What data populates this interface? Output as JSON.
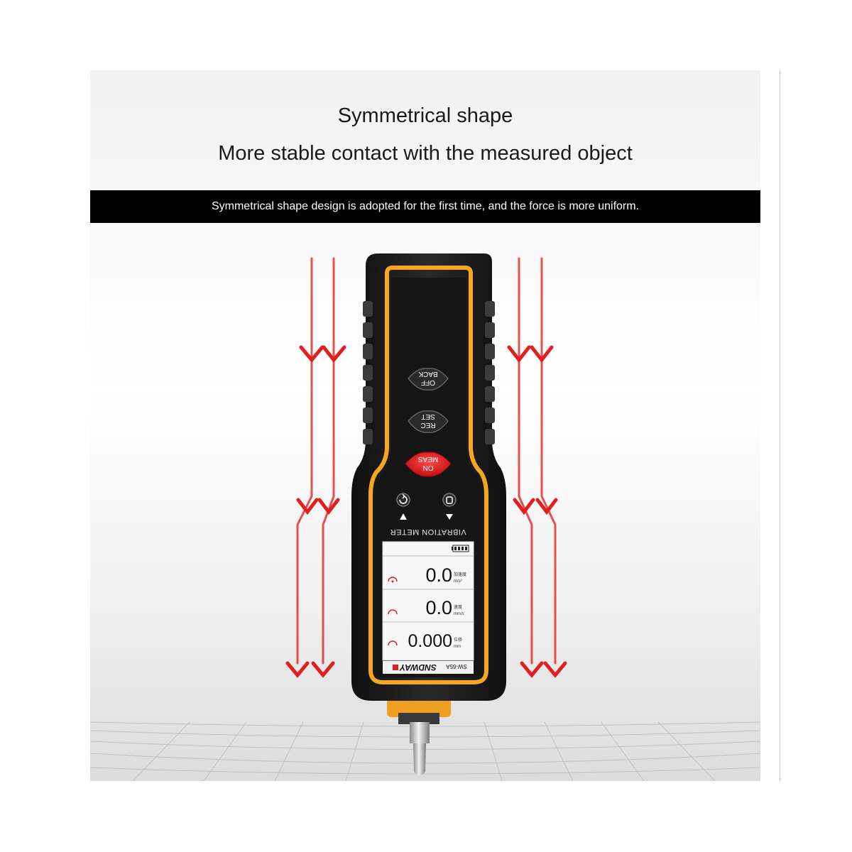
{
  "header": {
    "title_line1": "Symmetrical shape",
    "title_line2": "More stable contact with the measured object"
  },
  "banner": {
    "text": "Symmetrical shape design is adopted for the first time, and the force is more uniform."
  },
  "device": {
    "brand": "SNDWAY",
    "model": "SW-65A",
    "label": "VIBRATION METER",
    "buttons": {
      "off_back": [
        "OFF",
        "BACK"
      ],
      "rec_set": [
        "REC",
        "SET"
      ],
      "on_meas": [
        "ON",
        "MEAS"
      ]
    },
    "screen": {
      "acceleration": {
        "value": "0.0",
        "label": "加速度",
        "unit": "m/s²"
      },
      "velocity": {
        "value": "0.0",
        "label": "速度",
        "unit": "mm/s"
      },
      "displacement": {
        "value": "0.000",
        "label": "位移",
        "unit": "mm"
      }
    }
  },
  "colors": {
    "body": "#1e1e1e",
    "accent_orange": "#f5a623",
    "button_red": "#e31b1b",
    "arrow_red": "#e02020",
    "banner_bg": "#000000"
  },
  "icons": [
    "rotate-icon",
    "hold-icon",
    "battery-icon",
    "red-force-arrow-icon"
  ]
}
